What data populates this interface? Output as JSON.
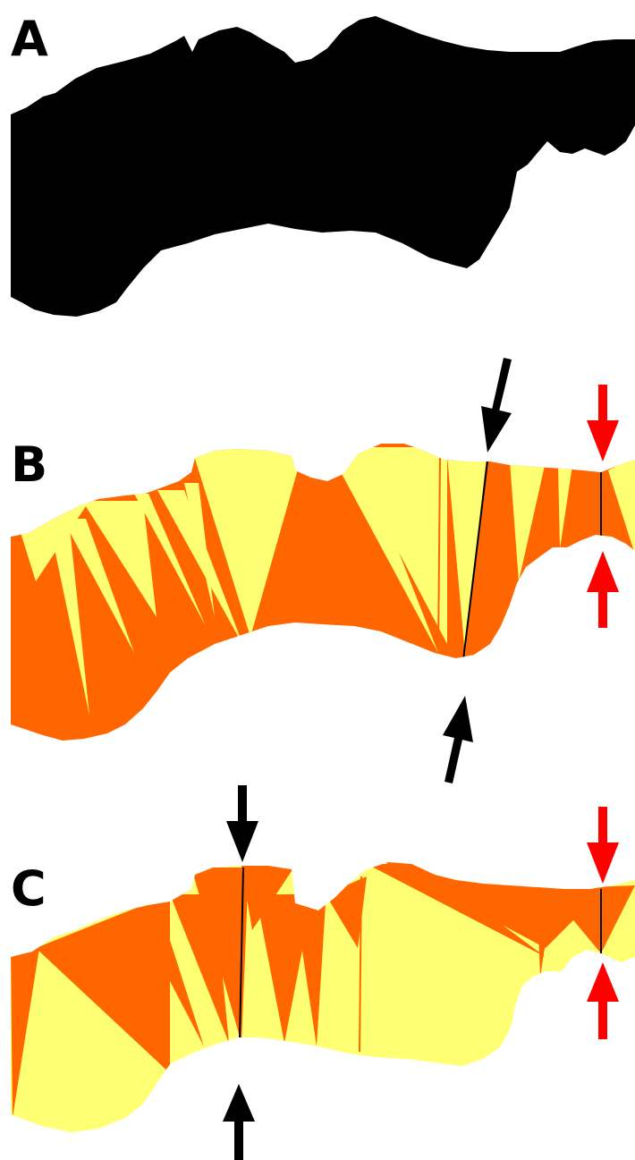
{
  "panels": [
    {
      "label": "A"
    },
    {
      "label": "B"
    },
    {
      "label": "C"
    }
  ],
  "colors": {
    "mask": "#000000",
    "fill_light": "#FFFF73",
    "fill_dark": "#FF6600",
    "arrow_primary": "#000000",
    "arrow_secondary": "#FF0000",
    "background": "#FFFFFF"
  },
  "markers": {
    "B": [
      "black-arrow-pair",
      "red-arrow-pair"
    ],
    "C": [
      "black-arrow-pair",
      "red-arrow-pair"
    ]
  }
}
